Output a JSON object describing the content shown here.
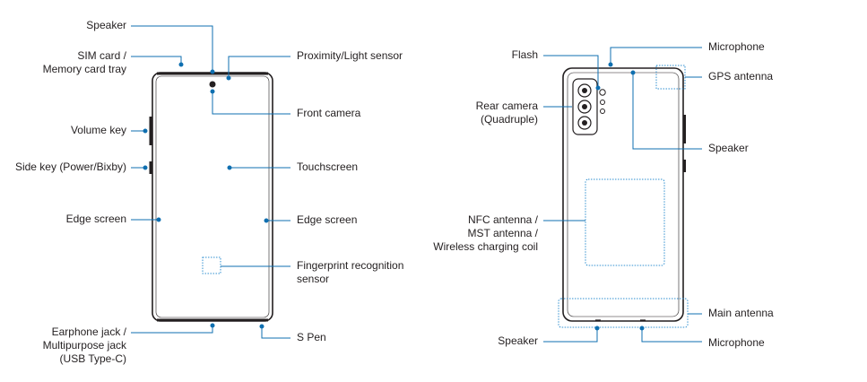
{
  "front": {
    "speaker": "Speaker",
    "sim_tray_line1": "SIM card /",
    "sim_tray_line2": "Memory card tray",
    "volume_key": "Volume key",
    "side_key": "Side key (Power/Bixby)",
    "edge_screen_left": "Edge screen",
    "earphone_line1": "Earphone jack /",
    "earphone_line2": "Multipurpose jack",
    "earphone_line3": "(USB Type-C)",
    "proximity_sensor": "Proximity/Light sensor",
    "front_camera": "Front camera",
    "touchscreen": "Touchscreen",
    "edge_screen_right": "Edge screen",
    "fingerprint_line1": "Fingerprint recognition",
    "fingerprint_line2": "sensor",
    "s_pen": "S Pen"
  },
  "back": {
    "flash": "Flash",
    "rear_camera_line1": "Rear camera",
    "rear_camera_line2": "(Quadruple)",
    "nfc_line1": "NFC antenna /",
    "nfc_line2": "MST antenna /",
    "nfc_line3": "Wireless charging coil",
    "speaker_bottom": "Speaker",
    "microphone_top": "Microphone",
    "gps_antenna": "GPS antenna",
    "speaker_top": "Speaker",
    "main_antenna": "Main antenna",
    "microphone_bottom": "Microphone"
  },
  "colors": {
    "leader": "#0f6fb0",
    "outline": "#231f20",
    "dotted": "#2f8fd0"
  }
}
